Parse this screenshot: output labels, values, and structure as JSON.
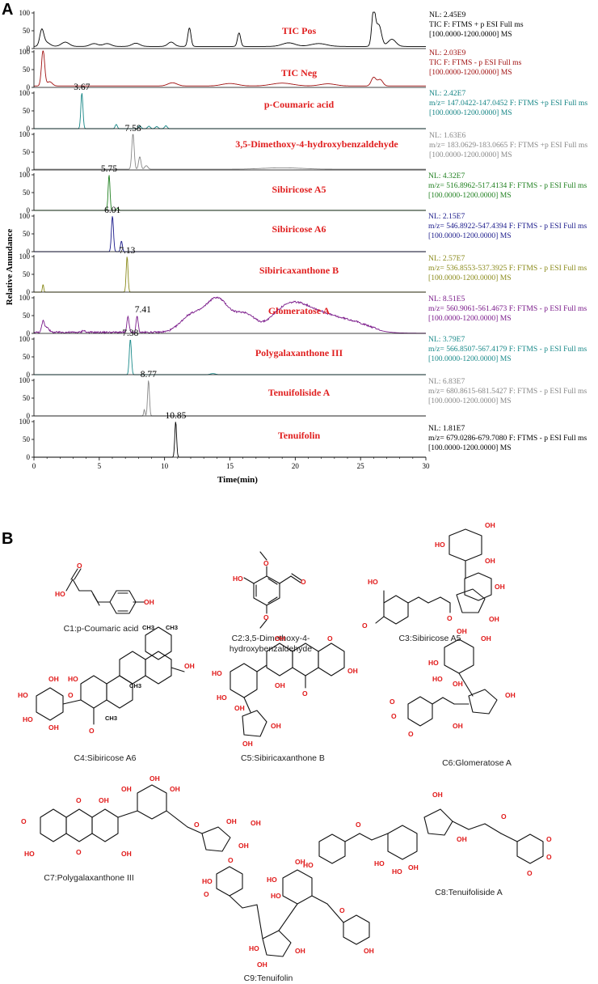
{
  "panel_labels": {
    "a": "A",
    "b": "B"
  },
  "chart_data": {
    "type": "line",
    "xlabel": "Time(min)",
    "ylabel": "Relative Anundance",
    "xlim": [
      0,
      30
    ],
    "x_ticks": [
      0,
      5,
      10,
      15,
      20,
      25,
      30
    ],
    "y_ticks": [
      0,
      50,
      100
    ],
    "grid": false,
    "traces": [
      {
        "name": "TIC Pos",
        "color": "#000000",
        "has_yaxis": false,
        "peak_label": "",
        "info": [
          "NL: 2.45E9",
          "TIC F: FTMS + p ESI Full ms",
          "[100.0000-1200.0000]  MS"
        ],
        "info_color": "#000000",
        "baseline": 6,
        "ymax": 100,
        "peaks": [
          [
            0.6,
            42,
            0.15
          ],
          [
            0.9,
            12,
            0.3
          ],
          [
            2.4,
            12,
            0.3
          ],
          [
            4.6,
            8,
            0.3
          ],
          [
            5.6,
            8,
            0.3
          ],
          [
            7.8,
            9,
            0.3
          ],
          [
            10.5,
            12,
            0.25
          ],
          [
            11.9,
            52,
            0.12
          ],
          [
            15.7,
            38,
            0.12
          ],
          [
            19.5,
            10,
            0.5
          ],
          [
            21.8,
            8,
            0.6
          ],
          [
            26.0,
            100,
            0.14
          ],
          [
            26.4,
            60,
            0.2
          ],
          [
            27.4,
            20,
            0.3
          ]
        ]
      },
      {
        "name": "TIC Neg",
        "color": "#a01010",
        "has_yaxis": false,
        "peak_label": "",
        "info": [
          "NL: 2.03E9",
          "TIC F: FTMS - p ESI Full ms",
          "[100.0000-1200.0000]  MS"
        ],
        "info_color": "#a01010",
        "baseline": 4,
        "ymax": 100,
        "peaks": [
          [
            0.7,
            100,
            0.12
          ],
          [
            1.2,
            12,
            0.2
          ],
          [
            10.6,
            9,
            0.35
          ],
          [
            15.0,
            7,
            0.6
          ],
          [
            19.0,
            8,
            0.8
          ],
          [
            22.5,
            6,
            0.6
          ],
          [
            26.0,
            24,
            0.18
          ],
          [
            26.5,
            18,
            0.2
          ]
        ]
      },
      {
        "name": "p-Coumaric acid",
        "color": "#158585",
        "has_yaxis": true,
        "peak_label": "3.67",
        "info": [
          "NL: 2.42E7",
          "m/z= 147.0422-147.0452  F: FTMS +p ESI Full ms",
          "[100.0000-1200.0000]  MS"
        ],
        "info_color": "#158585",
        "baseline": 0,
        "ymax": 100,
        "peaks": [
          [
            3.67,
            100,
            0.08
          ],
          [
            6.3,
            12,
            0.08
          ],
          [
            8.1,
            8,
            0.1
          ],
          [
            8.8,
            7,
            0.1
          ],
          [
            9.4,
            6,
            0.1
          ],
          [
            10.1,
            8,
            0.1
          ]
        ]
      },
      {
        "name": "3,5-Dimethoxy-4-hydroxybenzaldehyde",
        "color": "#888888",
        "has_yaxis": true,
        "peak_label": "7.58",
        "info": [
          "NL: 1.63E6",
          "m/z=  183.0629-183.0665  F: FTMS +p ESI Full ms",
          "[100.0000-1200.0000]  MS"
        ],
        "info_color": "#888888",
        "baseline": 2,
        "ymax": 100,
        "peaks": [
          [
            7.58,
            100,
            0.09
          ],
          [
            8.1,
            35,
            0.09
          ],
          [
            8.6,
            10,
            0.12
          ],
          [
            19.0,
            4,
            1.5
          ]
        ]
      },
      {
        "name": "Sibiricose A5",
        "color": "#208020",
        "has_yaxis": true,
        "peak_label": "5.75",
        "info": [
          "NL: 4.32E7",
          "m/z= 516.8962-517.4134  F: FTMS - p ESI Full ms",
          "[100.0000-1200.0000]  MS"
        ],
        "info_color": "#208020",
        "baseline": 0,
        "ymax": 100,
        "peaks": [
          [
            5.75,
            100,
            0.07
          ],
          [
            6.4,
            6,
            0.08
          ]
        ]
      },
      {
        "name": "Sibiricose A6",
        "color": "#1a1a8a",
        "has_yaxis": true,
        "peak_label": "6.01",
        "info": [
          "NL: 2.15E7",
          "m/z= 546.8922-547.4394  F: FTMS - p ESI Full ms",
          "[100.0000-1200.0000]  MS"
        ],
        "info_color": "#1a1a8a",
        "baseline": 0,
        "ymax": 100,
        "peaks": [
          [
            6.01,
            100,
            0.08
          ],
          [
            6.7,
            30,
            0.07
          ]
        ]
      },
      {
        "name": "Sibiricaxanthone B",
        "color": "#8a8a1a",
        "has_yaxis": true,
        "peak_label": "7.13",
        "info": [
          "NL: 2.57E7",
          "m/z= 536.8553-537.3925  F: FTMS - p ESI Full ms",
          "[100.0000-1200.0000]  MS"
        ],
        "info_color": "#8a8a1a",
        "baseline": 0,
        "ymax": 100,
        "peaks": [
          [
            0.7,
            22,
            0.05
          ],
          [
            7.13,
            100,
            0.07
          ]
        ]
      },
      {
        "name": "Glomeratose A",
        "color": "#7a1a8a",
        "has_yaxis": true,
        "peak_label": "7.41",
        "info": [
          "NL: 8.51E5",
          "m/z= 560.9061-561.4673  F: FTMS - p ESI Full ms",
          "[100.0000-1200.0000]  MS"
        ],
        "info_color": "#7a1a8a",
        "baseline": 3,
        "ymax": 100,
        "cutoff": 26.4,
        "noise": 5,
        "peaks": [
          [
            0.7,
            30,
            0.1
          ],
          [
            1.0,
            15,
            0.15
          ],
          [
            3.8,
            6,
            0.1
          ],
          [
            7.2,
            45,
            0.08
          ],
          [
            7.9,
            45,
            0.08
          ],
          [
            12.0,
            45,
            0.8
          ],
          [
            14.0,
            95,
            0.9
          ],
          [
            16.2,
            50,
            0.8
          ],
          [
            18.5,
            28,
            0.8
          ],
          [
            19.8,
            60,
            1.0
          ],
          [
            21.5,
            45,
            1.2
          ],
          [
            24.0,
            32,
            1.5
          ]
        ]
      },
      {
        "name": "Polygalaxanthone III",
        "color": "#1a8a8a",
        "has_yaxis": true,
        "peak_label": "7.38",
        "info": [
          "NL: 3.79E7",
          "m/z= 566.8507-567.4179  F: FTMS - p ESI Full ms",
          "[100.0000-1200.0000]  MS"
        ],
        "info_color": "#1a8a8a",
        "baseline": 0,
        "ymax": 100,
        "peaks": [
          [
            7.38,
            100,
            0.08
          ],
          [
            13.7,
            3,
            0.2
          ]
        ]
      },
      {
        "name": "Tenuifoliside A",
        "color": "#888888",
        "has_yaxis": true,
        "peak_label": "8.77",
        "info": [
          "NL: 6.83E7",
          "m/z= 680.8615-681.5427  F: FTMS - p ESI Full ms",
          "[100.0000-1200.0000]  MS"
        ],
        "info_color": "#888888",
        "baseline": 0,
        "ymax": 100,
        "peaks": [
          [
            8.77,
            100,
            0.07
          ],
          [
            8.45,
            18,
            0.05
          ]
        ]
      },
      {
        "name": "Tenuifolin",
        "color": "#000000",
        "has_yaxis": true,
        "peak_label": "10.85",
        "info": [
          "NL: 1.81E7",
          "m/z= 679.0286-679.7080  F: FTMS - p ESI Full ms",
          "[100.0000-1200.0000]  MS"
        ],
        "info_color": "#000000",
        "baseline": 0,
        "ymax": 100,
        "peaks": [
          [
            10.85,
            100,
            0.07
          ]
        ]
      }
    ]
  },
  "compounds": [
    {
      "id": "c1",
      "caption": "C1:p-Coumaric acid"
    },
    {
      "id": "c2",
      "caption_lines": [
        "C2:3,5-Dimethoxy-4-",
        "hydroxybenzaldehyde"
      ]
    },
    {
      "id": "c3",
      "caption": "C3:Sibiricose A5"
    },
    {
      "id": "c4",
      "caption": "C4:Sibiricose A6"
    },
    {
      "id": "c5",
      "caption": "C5:Sibiricaxanthone B"
    },
    {
      "id": "c6",
      "caption": "C6:Glomeratose A"
    },
    {
      "id": "c7",
      "caption": "C7:Polygalaxanthone III"
    },
    {
      "id": "c8",
      "caption": "C8:Tenuifoliside A"
    },
    {
      "id": "c9",
      "caption": "C9:Tenuifolin"
    }
  ],
  "atom_labels": {
    "oh": "OH",
    "ho": "HO",
    "o": "O",
    "ch3": "CH3"
  }
}
